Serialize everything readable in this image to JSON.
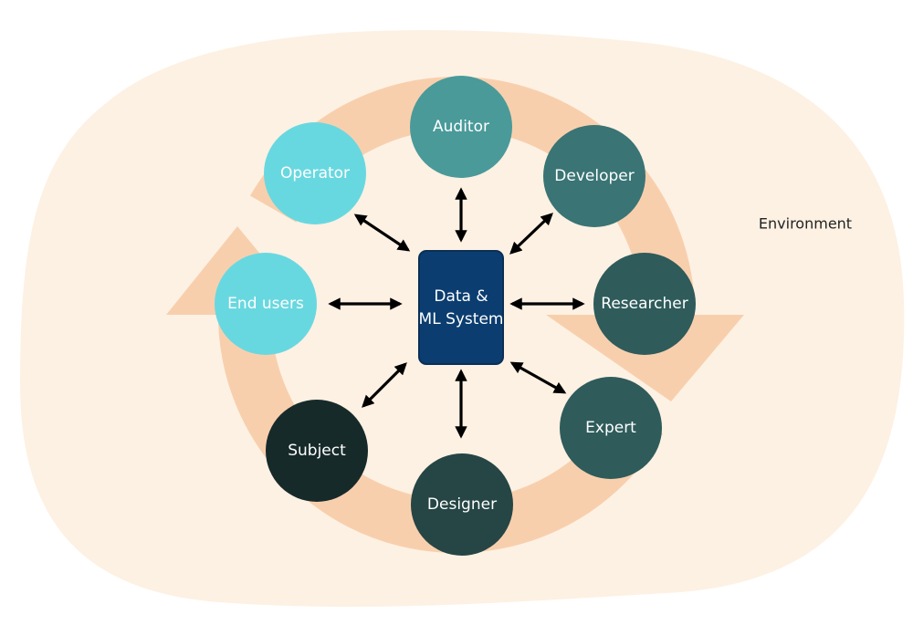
{
  "environment": {
    "label": "Environment",
    "color": "#fdf1e3"
  },
  "cycle": {
    "color": "#f8cfad"
  },
  "center": {
    "line1": "Data &",
    "line2": "ML System",
    "color": "#0b3d70",
    "border": "#0a2f56"
  },
  "arrow_color": "#000000",
  "stakeholders": [
    {
      "id": "auditor",
      "label": "Auditor",
      "color": "#4a9a9a"
    },
    {
      "id": "developer",
      "label": "Developer",
      "color": "#3a7474"
    },
    {
      "id": "researcher",
      "label": "Researcher",
      "color": "#2f5b5b"
    },
    {
      "id": "expert",
      "label": "Expert",
      "color": "#2f5b5b"
    },
    {
      "id": "designer",
      "label": "Designer",
      "color": "#264545"
    },
    {
      "id": "subject",
      "label": "Subject",
      "color": "#172a2a"
    },
    {
      "id": "end-users",
      "label": "End users",
      "color": "#68d8e0"
    },
    {
      "id": "operator",
      "label": "Operator",
      "color": "#68d8e0"
    }
  ]
}
